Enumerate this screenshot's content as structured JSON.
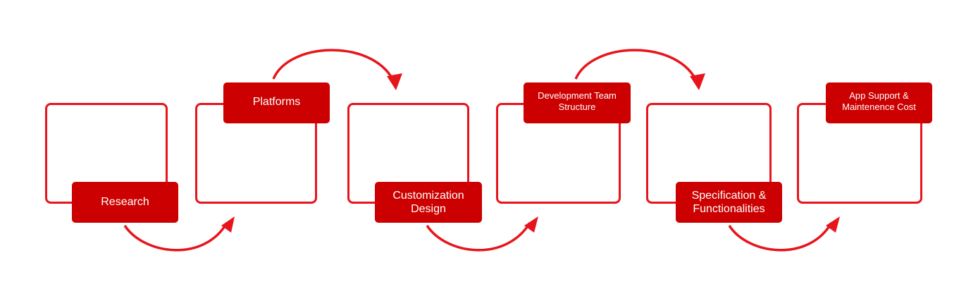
{
  "colors": {
    "accent": "#e8141c",
    "label_fill": "#cc0000",
    "label_text": "#ffffff"
  },
  "steps": [
    {
      "label": "Research"
    },
    {
      "label": "Platforms"
    },
    {
      "label": "Customization\nDesign"
    },
    {
      "label": "Development Team\nStructure"
    },
    {
      "label": "Specification &\nFunctionalities"
    },
    {
      "label": "App Support &\nMaintenence Cost"
    }
  ]
}
